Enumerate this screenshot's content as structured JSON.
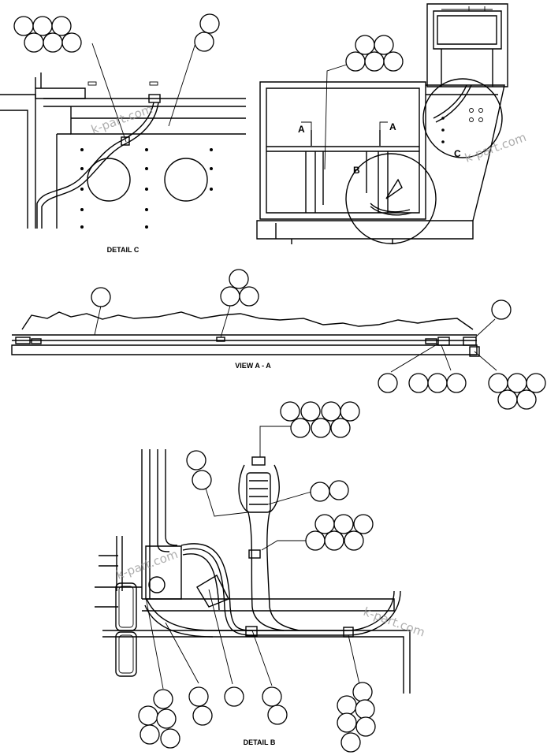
{
  "labels": {
    "detail_c": "DETAIL C",
    "view_aa": "VIEW A - A",
    "detail_b": "DETAIL B",
    "section_a_left": "A",
    "section_a_right": "A",
    "ref_b": "B",
    "ref_c": "C"
  },
  "watermark": {
    "text": "k-part.com",
    "color": "#9a9a9a"
  }
}
